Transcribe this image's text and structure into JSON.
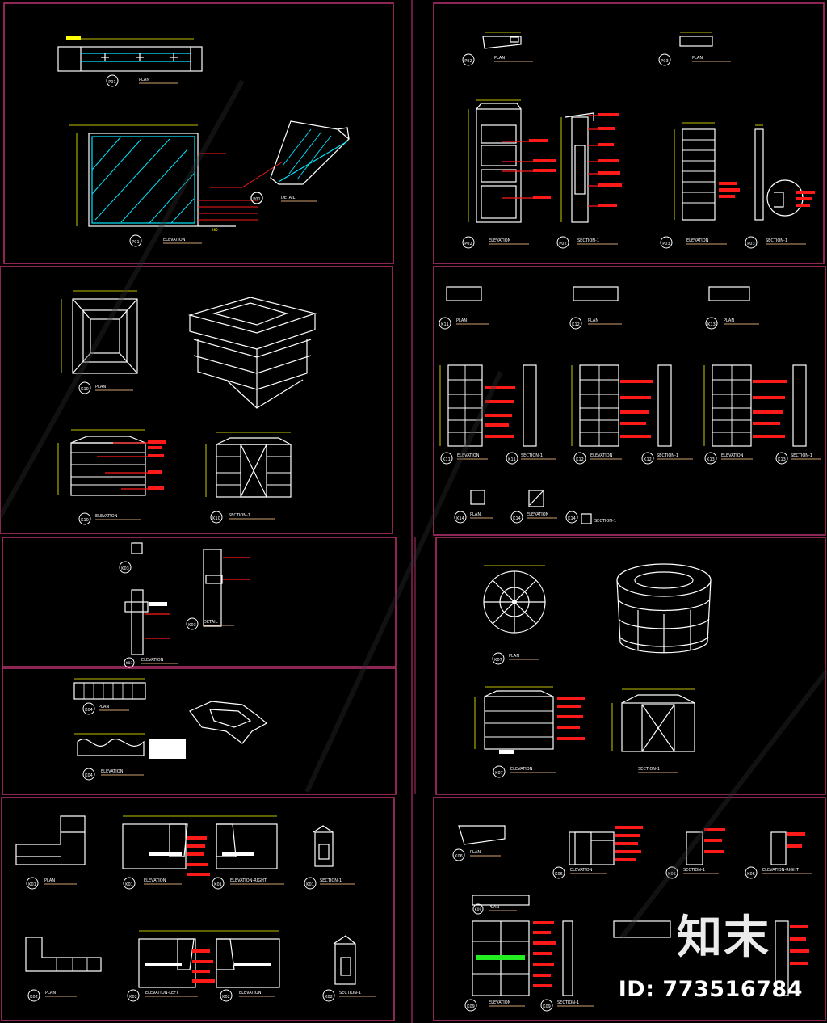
{
  "sheets": [
    {
      "id": "s1",
      "labels": [
        "P01",
        "PLAN",
        "P01",
        "ELEVATION",
        "P01",
        "DETAIL",
        "280"
      ]
    },
    {
      "id": "s2",
      "labels": [
        "P02",
        "PLAN",
        "P03",
        "PLAN",
        "P02",
        "ELEVATION",
        "P02",
        "SECTION-1",
        "P03",
        "ELEVATION",
        "P03",
        "SECTION-1"
      ]
    },
    {
      "id": "s3",
      "labels": [
        "K10",
        "PLAN",
        "K10",
        "ELEVATION",
        "K10",
        "SECTION-1"
      ]
    },
    {
      "id": "s4",
      "labels": [
        "K11",
        "PLAN",
        "K12",
        "PLAN",
        "K13",
        "PLAN",
        "K11",
        "ELEVATION",
        "K11",
        "SECTION-1",
        "K12",
        "ELEVATION",
        "K12",
        "SECTION-1",
        "K13",
        "ELEVATION",
        "K13",
        "SECTION-1",
        "K14",
        "PLAN",
        "K14",
        "ELEVATION",
        "K14",
        "SECTION-1"
      ]
    },
    {
      "id": "s5",
      "labels": [
        "K03",
        "K03",
        "DETAIL",
        "K03",
        "ELEVATION"
      ]
    },
    {
      "id": "s6",
      "labels": [
        "K04",
        "PLAN",
        "K04",
        "ELEVATION"
      ]
    },
    {
      "id": "s7",
      "labels": [
        "K07",
        "PLAN",
        "K07",
        "ELEVATION",
        "SECTION-1"
      ]
    },
    {
      "id": "s8",
      "labels": [
        "K01",
        "PLAN",
        "K01",
        "ELEVATION",
        "K01",
        "ELEVATION-RIGHT",
        "K01",
        "SECTION-1",
        "K02",
        "PLAN",
        "K02",
        "ELEVATION-LEFT",
        "K02",
        "ELEVATION",
        "K02",
        "SECTION-1"
      ]
    },
    {
      "id": "s9",
      "labels": [
        "K06",
        "PLAN",
        "K06",
        "ELEVATION",
        "K06",
        "SECTION-1",
        "K06",
        "ELEVATION-RIGHT",
        "K09",
        "PLAN",
        "K09",
        "ELEVATION",
        "K09",
        "SECTION-1"
      ]
    }
  ],
  "watermark": {
    "logo_text": "知末",
    "id_text": "ID: 773516784"
  },
  "colors": {
    "background": "#000000",
    "frame": "#b0306a",
    "line": "#ffffff",
    "dimension": "#ffff00",
    "annotation": "#ff1a1a",
    "accent": "#00e5ff",
    "label_underline": "#d2a070",
    "highlight": "#22ee22"
  }
}
